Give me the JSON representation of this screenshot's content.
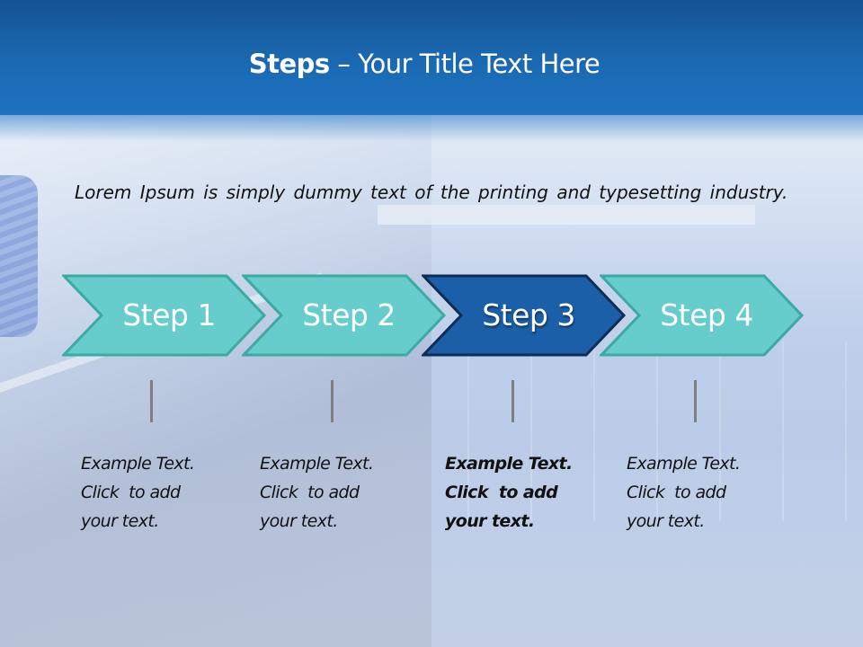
{
  "slide": {
    "title": {
      "bold": "Steps",
      "rest": " – Your Title Text Here"
    },
    "intro_text": "Lorem Ipsum is simply dummy text of the printing and typesetting industry.",
    "colors": {
      "header_top": "#155393",
      "header_bottom": "#1d73c2",
      "step_fill": "#66cccc",
      "step_border": "#3aaaa2",
      "step_active_fill": "#1b5fa8",
      "step_active_border": "#0d2d55",
      "tick": "#7e7e84"
    },
    "steps": [
      {
        "label": "Step 1",
        "active": false,
        "desc": [
          "Example Text.",
          "Click  to add",
          "your text."
        ]
      },
      {
        "label": "Step 2",
        "active": false,
        "desc": [
          "Example Text.",
          "Click  to add",
          "your text."
        ]
      },
      {
        "label": "Step 3",
        "active": true,
        "desc": [
          "Example Text.",
          "Click  to add",
          "your text."
        ]
      },
      {
        "label": "Step 4",
        "active": false,
        "desc": [
          "Example Text.",
          "Click  to add",
          "your text."
        ]
      }
    ]
  }
}
